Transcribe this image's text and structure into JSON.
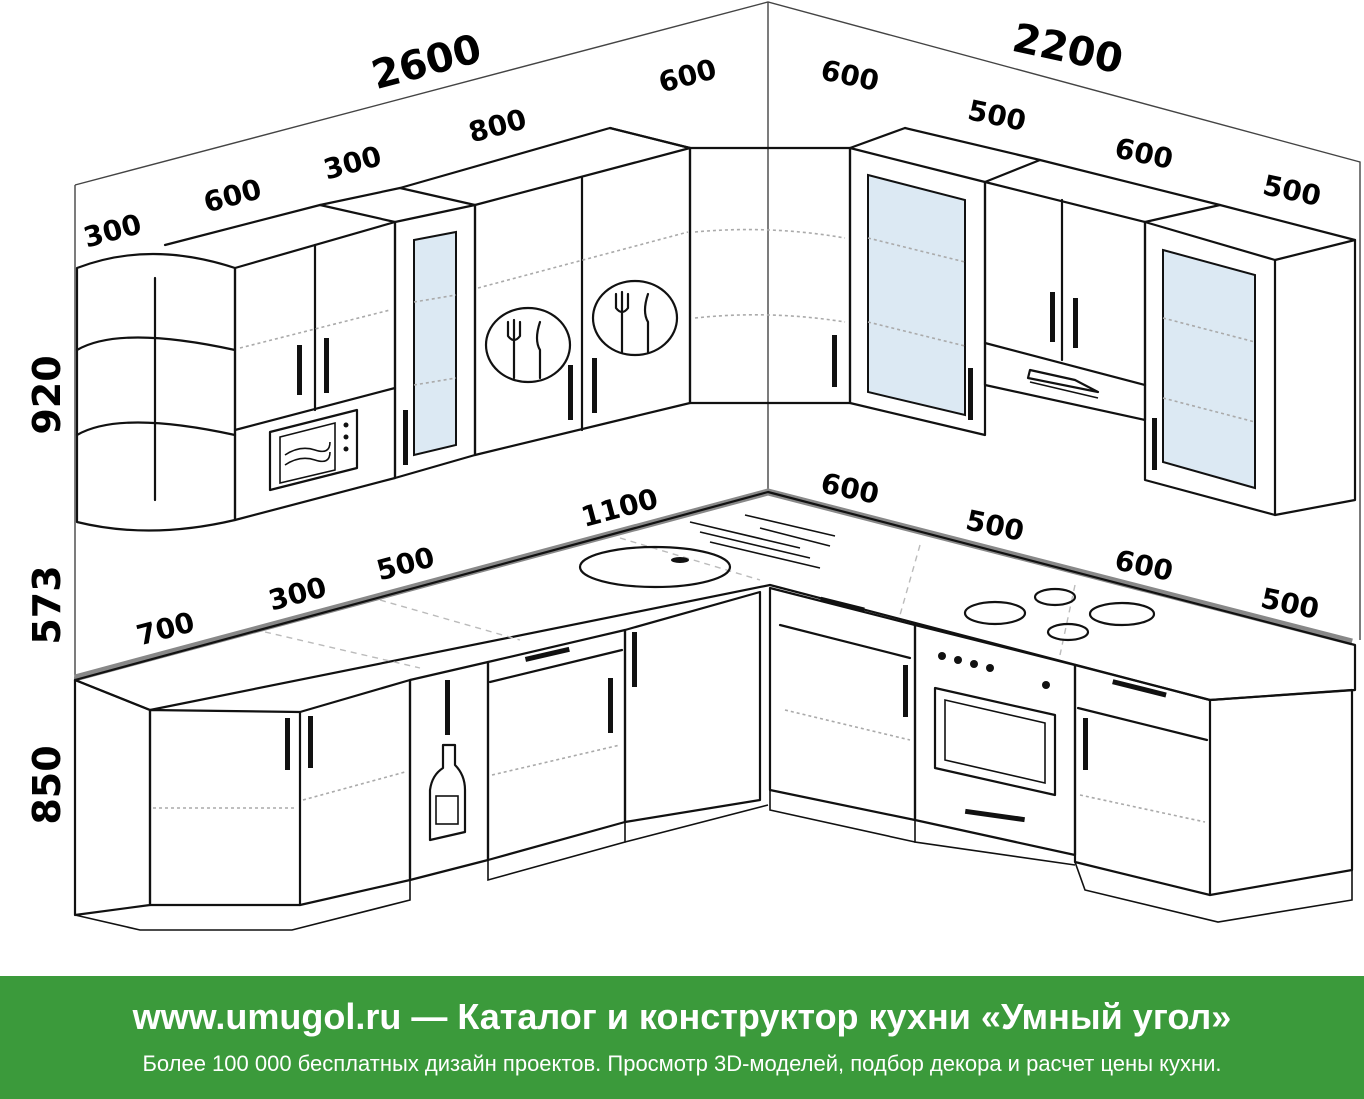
{
  "dimensions": {
    "top_total_left": "2600",
    "top_total_right": "2200",
    "upper_left": [
      "300",
      "600",
      "300",
      "800",
      "600"
    ],
    "upper_right": [
      "600",
      "500",
      "600",
      "500"
    ],
    "heights": {
      "upper": "920",
      "gap": "573",
      "lower": "850"
    },
    "lower_left": [
      "700",
      "300",
      "500",
      "1100"
    ],
    "lower_right": [
      "600",
      "500",
      "600",
      "500"
    ]
  },
  "colors": {
    "banner": "#3b9a3b",
    "wall_line": "#888888",
    "glass": "#dce9f3"
  },
  "icons": [
    "microwave-icon",
    "plate-cutlery-icon",
    "range-hood-icon",
    "bottle-icon",
    "oven-icon",
    "cooktop-icon",
    "sink-icon"
  ],
  "banner": {
    "title": "www.umugol.ru — Каталог и конструктор кухни «Умный угол»",
    "subtitle": "Более 100 000 бесплатных дизайн проектов. Просмотр 3D-моделей, подбор декора и расчет цены кухни."
  }
}
